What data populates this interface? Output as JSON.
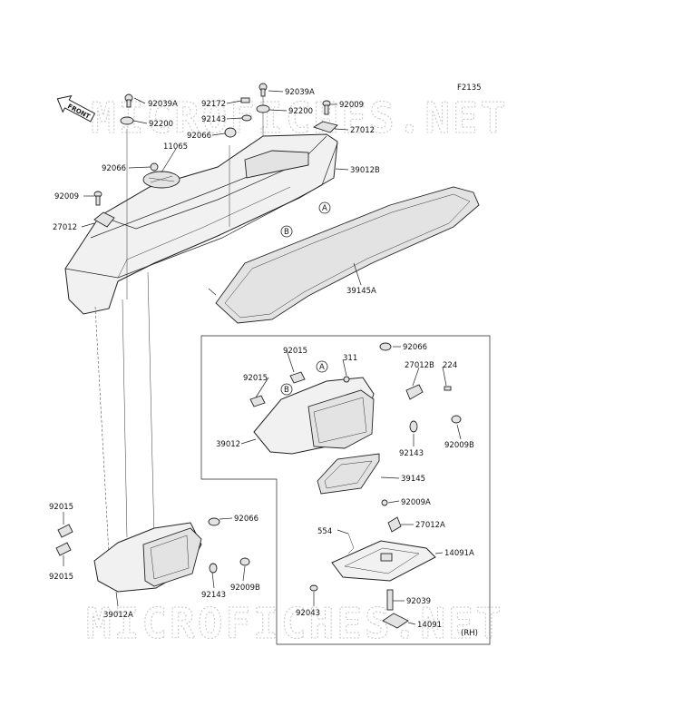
{
  "figure_code": "F2135",
  "front_arrow_text": "FRONT",
  "watermark_text": "MICROFICHES.NET",
  "inset_note": "(RH)",
  "reference_markers": [
    "A",
    "B"
  ],
  "labels": [
    {
      "id": "l92039A_1",
      "text": "92039A"
    },
    {
      "id": "l92200_1",
      "text": "92200"
    },
    {
      "id": "l92172",
      "text": "92172"
    },
    {
      "id": "l92039A_2",
      "text": "92039A"
    },
    {
      "id": "l92143_1",
      "text": "92143"
    },
    {
      "id": "l92200_2",
      "text": "92200"
    },
    {
      "id": "l92009_1",
      "text": "92009"
    },
    {
      "id": "l27012_1",
      "text": "27012"
    },
    {
      "id": "l92066_1",
      "text": "92066"
    },
    {
      "id": "l11065",
      "text": "11065"
    },
    {
      "id": "l92066_2",
      "text": "92066"
    },
    {
      "id": "l39012B",
      "text": "39012B"
    },
    {
      "id": "l92009_2",
      "text": "92009"
    },
    {
      "id": "l27012_2",
      "text": "27012"
    },
    {
      "id": "l39145A",
      "text": "39145A"
    },
    {
      "id": "l92015_1",
      "text": "92015"
    },
    {
      "id": "l311",
      "text": "311"
    },
    {
      "id": "l92066_3",
      "text": "92066"
    },
    {
      "id": "l92015_2",
      "text": "92015"
    },
    {
      "id": "l27012B",
      "text": "27012B"
    },
    {
      "id": "l224",
      "text": "224"
    },
    {
      "id": "l39012",
      "text": "39012"
    },
    {
      "id": "l92143_2",
      "text": "92143"
    },
    {
      "id": "l92009B_1",
      "text": "92009B"
    },
    {
      "id": "l39145",
      "text": "39145"
    },
    {
      "id": "l92009A",
      "text": "92009A"
    },
    {
      "id": "l554",
      "text": "554"
    },
    {
      "id": "l27012A",
      "text": "27012A"
    },
    {
      "id": "l14091A",
      "text": "14091A"
    },
    {
      "id": "l92015_3",
      "text": "92015"
    },
    {
      "id": "l92066_4",
      "text": "92066"
    },
    {
      "id": "l92015_4",
      "text": "92015"
    },
    {
      "id": "l92143_3",
      "text": "92143"
    },
    {
      "id": "l92009B_2",
      "text": "92009B"
    },
    {
      "id": "l39012A",
      "text": "39012A"
    },
    {
      "id": "l92039",
      "text": "92039"
    },
    {
      "id": "l92043",
      "text": "92043"
    },
    {
      "id": "l14091",
      "text": "14091"
    }
  ]
}
